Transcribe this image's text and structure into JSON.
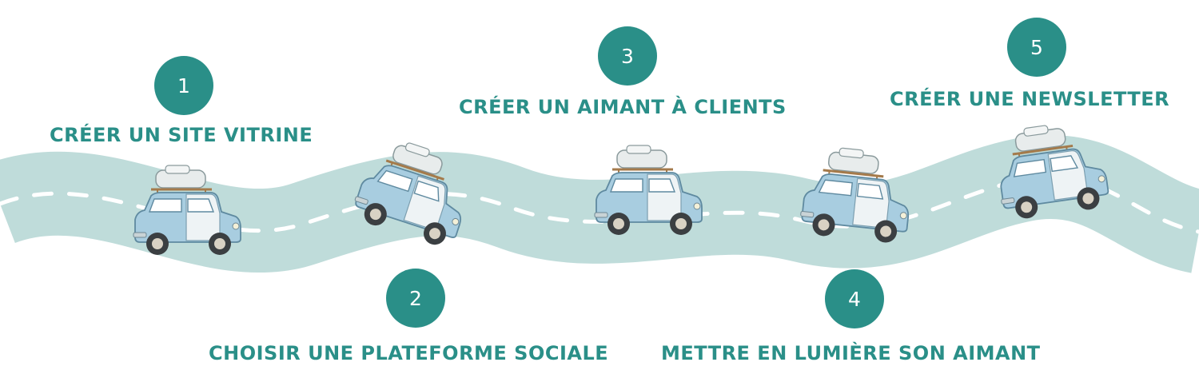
{
  "steps": [
    {
      "number": "1",
      "label": "CRÉER UN SITE VITRINE"
    },
    {
      "number": "2",
      "label": "CHOISIR UNE PLATEFORME SOCIALE"
    },
    {
      "number": "3",
      "label": "CRÉER UN AIMANT À CLIENTS"
    },
    {
      "number": "4",
      "label": "METTRE EN LUMIÈRE SON AIMANT"
    },
    {
      "number": "5",
      "label": "CRÉER UNE NEWSLETTER"
    }
  ],
  "colors": {
    "accent": "#2a8f88",
    "road": "#bfdcda",
    "road_marking": "#ffffff",
    "car_body": "#a8cde0",
    "car_panel": "#eef3f5"
  },
  "icons": [
    "winding-road",
    "vintage-car-with-luggage"
  ]
}
